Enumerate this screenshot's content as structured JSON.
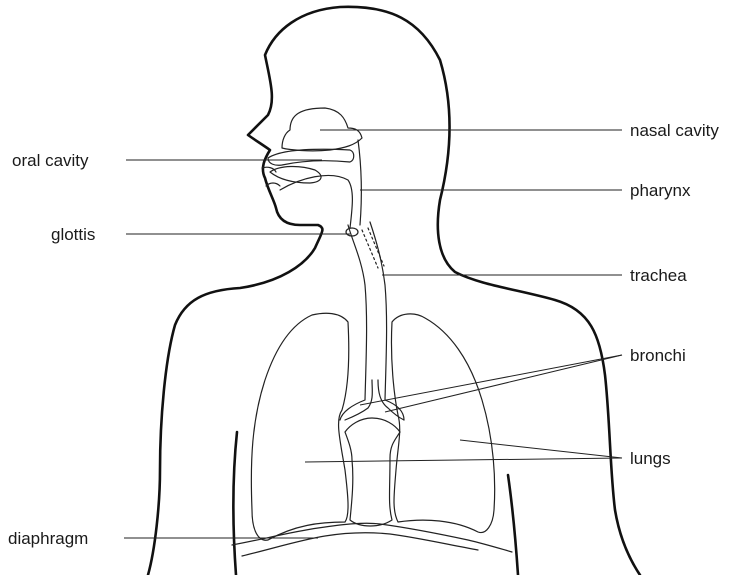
{
  "labels": {
    "nasal_cavity": "nasal cavity",
    "oral_cavity": "oral cavity",
    "pharynx": "pharynx",
    "glottis": "glottis",
    "trachea": "trachea",
    "bronchi": "bronchi",
    "lungs": "lungs",
    "diaphragm": "diaphragm"
  }
}
